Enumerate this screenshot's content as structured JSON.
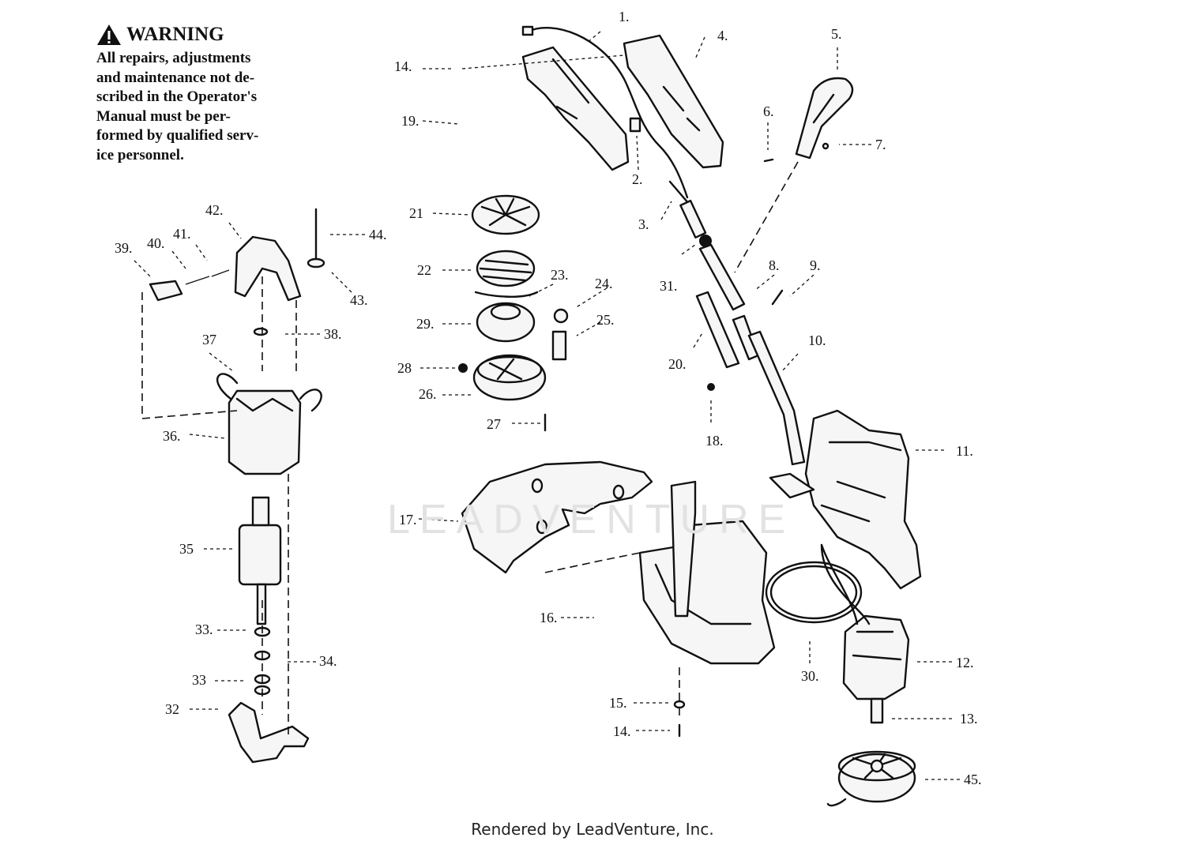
{
  "warning": {
    "title": "WARNING",
    "lines": [
      "All repairs, adjustments",
      "and maintenance not de-",
      "scribed in the Operator's",
      "Manual must be per-",
      "formed by qualified serv-",
      "ice personnel."
    ]
  },
  "callouts": {
    "c1": "1.",
    "c2": "2.",
    "c3": "3.",
    "c4": "4.",
    "c5": "5.",
    "c6": "6.",
    "c7": "7.",
    "c8": "8.",
    "c9": "9.",
    "c10": "10.",
    "c11": "11.",
    "c12": "12.",
    "c13": "13.",
    "c14a": "14.",
    "c14b": "14.",
    "c15": "15.",
    "c16": "16.",
    "c17": "17.",
    "c18": "18.",
    "c19": "19.",
    "c20": "20.",
    "c21": "21",
    "c22": "22",
    "c23": "23.",
    "c24": "24.",
    "c25": "25.",
    "c26": "26.",
    "c27": "27",
    "c28": "28",
    "c29": "29.",
    "c30": "30.",
    "c31": "31.",
    "c32": "32",
    "c33a": "33.",
    "c33b": "33",
    "c34": "34.",
    "c35": "35",
    "c36": "36.",
    "c37": "37",
    "c38": "38.",
    "c39": "39.",
    "c40": "40.",
    "c41": "41.",
    "c42": "42.",
    "c43": "43.",
    "c44": "44.",
    "c45": "45."
  },
  "watermark": "LEADVENTURE",
  "footer": "Rendered by LeadVenture, Inc."
}
